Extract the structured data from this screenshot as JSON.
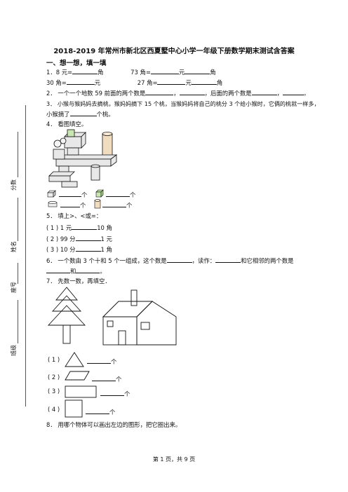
{
  "title": "2018-2019 年常州市新北区西夏墅中心小学一年级下册数学期末测试含答案",
  "section1": "一、想一想，填一填",
  "q1": {
    "num": "1．",
    "a1": "8 元=",
    "a1u": "角",
    "a2": "73 角=",
    "a2m": "元",
    "a2u": "角",
    "b1": "30 角=",
    "b1u": "元",
    "b2": "27 角=",
    "b2m": "元",
    "b2u": "角"
  },
  "q2": {
    "text": "2． 一个一个地数 59 前面的两个数是",
    "sep": "，",
    "mid": "，后面的两个数是",
    "sep2": "，",
    "end": "。"
  },
  "q3": {
    "line1": "3． 小猴与猴妈妈去摘桃，猴妈妈摘下 15 个桃，当猴妈妈将自己的桃分 3 个给小猴时，它俩的桃就一样多，",
    "line2a": "小猴摘了",
    "line2b": "个桃。"
  },
  "q4": {
    "text": "4． 看图填空。",
    "unit": "个"
  },
  "q5": {
    "text": "5． 填上>、<或=：",
    "r1a": "( 1 ) 1 元",
    "r1b": "10 角",
    "r2a": "( 2 ) 99 分",
    "r2b": "1 元",
    "r3a": "( 3 ) 10 分",
    "r3b": "1 角"
  },
  "q6": {
    "line1a": "6． 一个数由 3 个十和 5 个一组成，这个数是",
    "line1b": "，读作：",
    "line1c": "和它相邻的两个数是",
    "line2a": "和",
    "line2b": "。"
  },
  "q7": {
    "text": "7． 先数一数，再填空．",
    "r1": "( 1 )",
    "r2": "( 2 )",
    "r3": "( 3 )",
    "r4": "( 4 )",
    "unit": "个"
  },
  "q8": {
    "text": "8． 用哪个物体可以画出左边的图形，把它圈出来。"
  },
  "side": {
    "score": "分数",
    "name": "姓名",
    "seat": "座号",
    "class": "班级"
  },
  "footer": "第 1 页，共 9 页",
  "colors": {
    "block_fill": "#e8e8e8",
    "cyl_fill": "#f1dcc0",
    "green_cube": "#c9e6b0"
  }
}
